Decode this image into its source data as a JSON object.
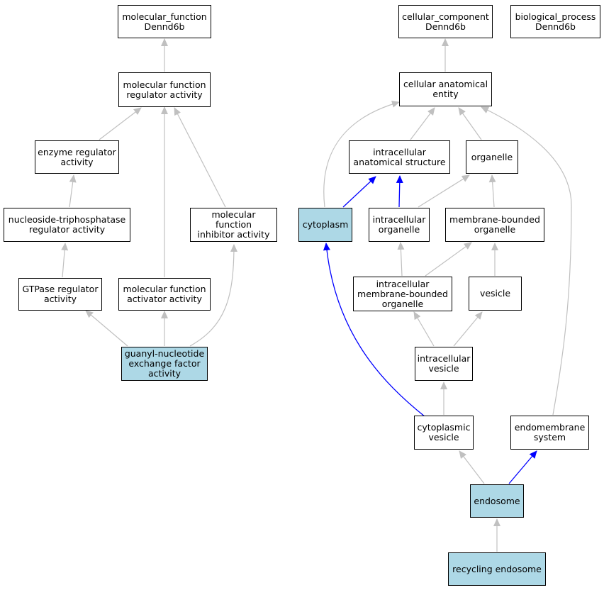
{
  "nodes": {
    "mf_root": "molecular_function\nDennd6b",
    "mf_reg": "molecular function\nregulator activity",
    "enzyme_reg": "enzyme regulator\nactivity",
    "ntp_reg": "nucleoside-triphosphatase\nregulator activity",
    "gtpase_reg": "GTPase regulator\nactivity",
    "mf_inhib": "molecular function\ninhibitor activity",
    "mf_activ": "molecular function\nactivator activity",
    "gef": "guanyl-nucleotide\nexchange factor\nactivity",
    "cc_root": "cellular_component\nDennd6b",
    "bp_root": "biological_process\nDennd6b",
    "cae": "cellular anatomical\nentity",
    "ias": "intracellular\nanatomical structure",
    "organelle": "organelle",
    "cytoplasm": "cytoplasm",
    "intra_org": "intracellular\norganelle",
    "mbo": "membrane-bounded\norganelle",
    "imbo": "intracellular\nmembrane-bounded\norganelle",
    "vesicle": "vesicle",
    "intra_ves": "intracellular\nvesicle",
    "cyto_ves": "cytoplasmic\nvesicle",
    "endomem": "endomembrane\nsystem",
    "endosome": "endosome",
    "recycling": "recycling endosome"
  },
  "highlighted": [
    "gef",
    "cytoplasm",
    "endosome",
    "recycling"
  ],
  "colors": {
    "edge_default": "#c0c0c0",
    "edge_highlight": "#0000ff",
    "node_highlight": "#add8e6"
  }
}
